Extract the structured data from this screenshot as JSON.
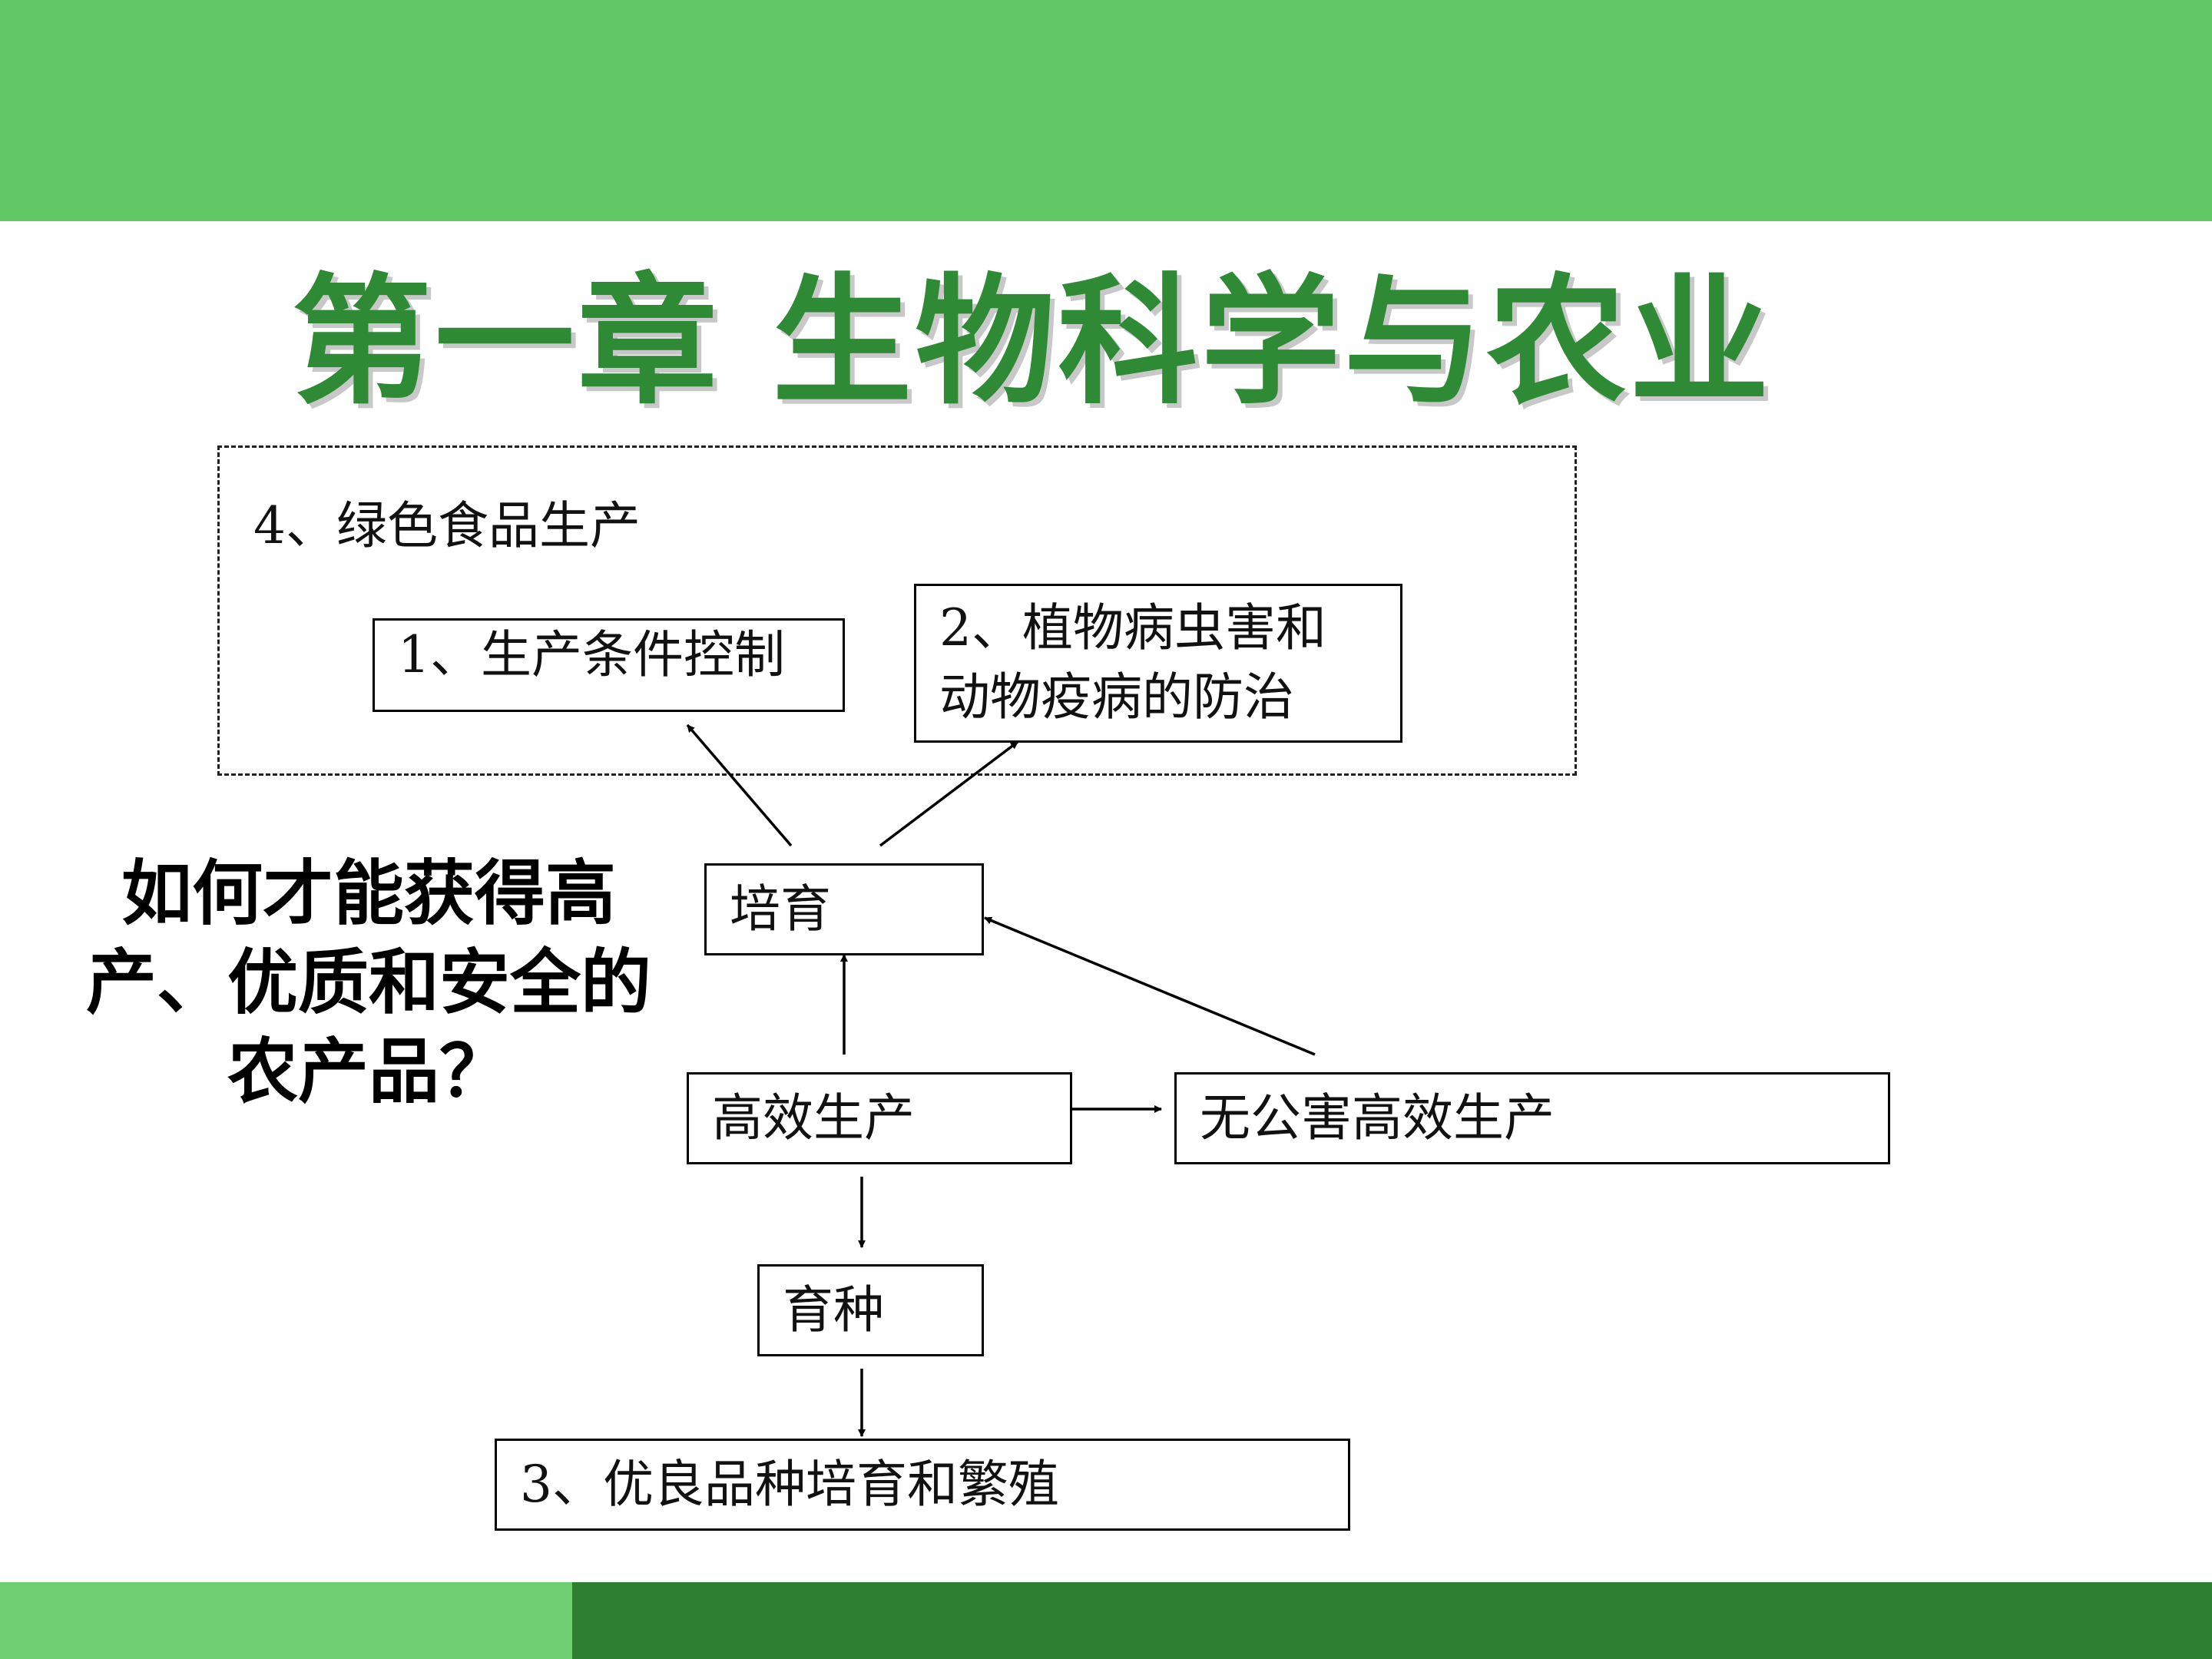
{
  "slide": {
    "title": "第一章 生物科学与农业",
    "question": "如何才能获得高产、优质和安全的农产品？"
  },
  "colors": {
    "top_band": "#60c966",
    "bottom_light": "#6fcf72",
    "bottom_dark": "#2d7f2f",
    "title_text": "#2f8a35"
  },
  "diagram": {
    "group_label": "4、绿色食品生产",
    "nodes": {
      "production_control": "1、生产条件控制",
      "pest_control_line1": "2、植物病虫害和",
      "pest_control_line2": "动物疫病的防治",
      "cultivation": "培育",
      "efficient_production": "高效生产",
      "pollution_free": "无公害高效生产",
      "breeding": "育种",
      "variety_breeding": "3、优良品种培育和繁殖"
    }
  }
}
